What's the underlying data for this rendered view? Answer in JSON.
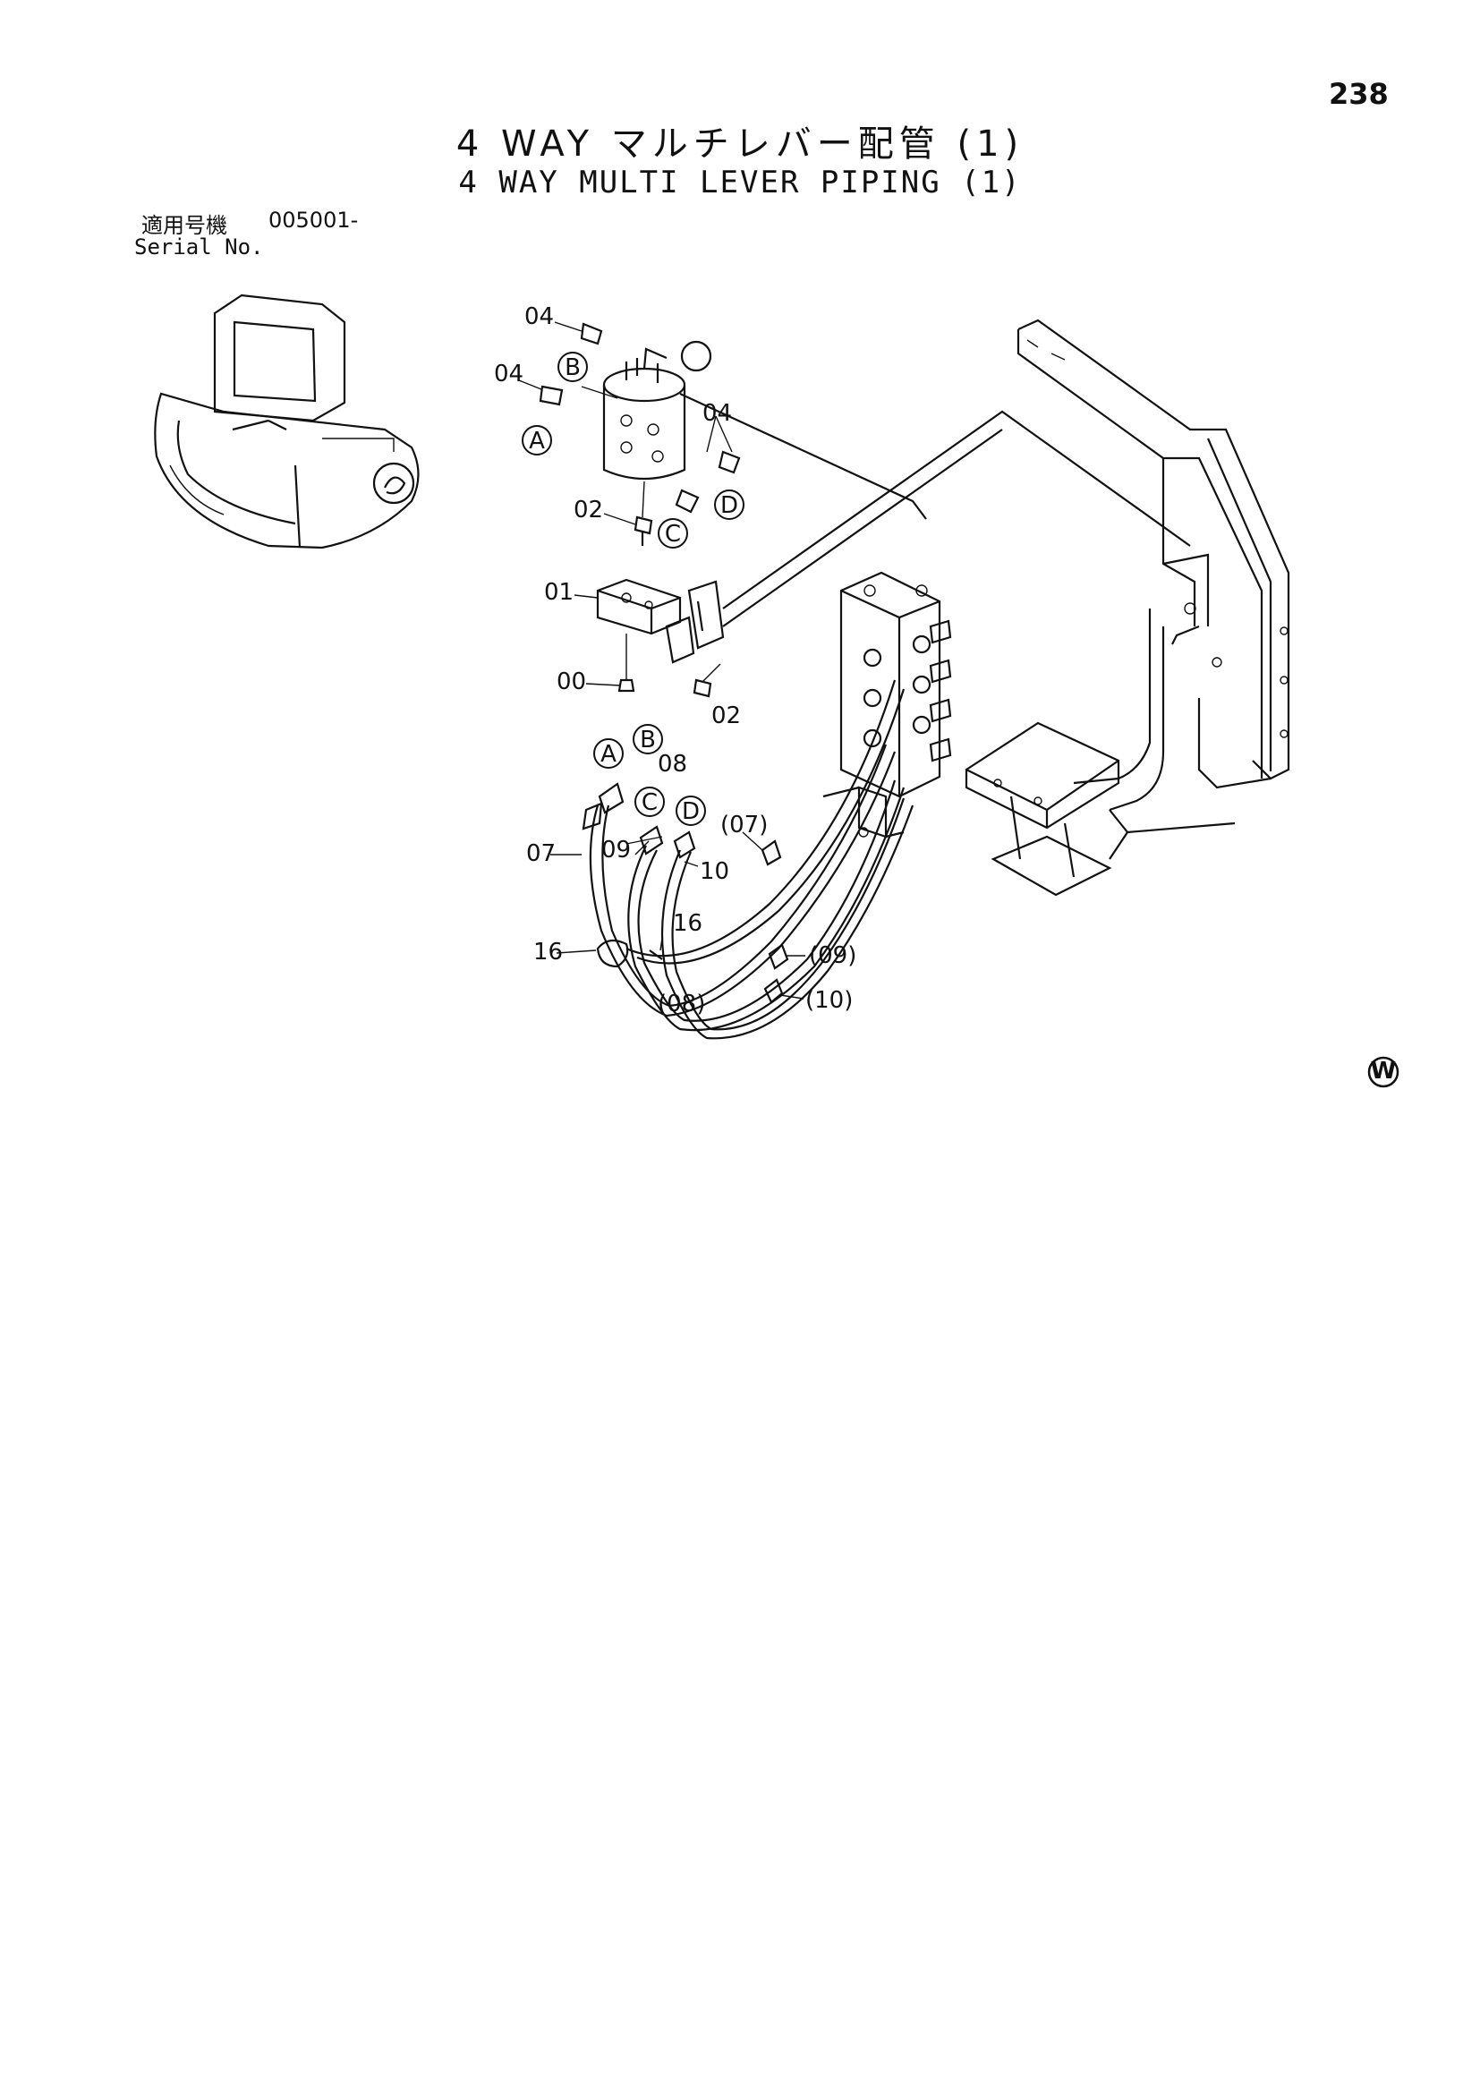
{
  "page_number": "238",
  "title": {
    "jp": "4 WAY マルチレバー配管 (1)",
    "en": "4 WAY MULTI LEVER PIPING (1)"
  },
  "serial": {
    "label_jp": "適用号機",
    "value": "005001-",
    "label_en": "Serial No."
  },
  "callouts": {
    "c04a": "04",
    "c04b": "04",
    "c04c": "04",
    "c02a": "02",
    "c02b": "02",
    "c01": "01",
    "c00": "00",
    "c08": "08",
    "c07": "07",
    "c09": "09",
    "c10": "10",
    "c16a": "16",
    "c16b": "16",
    "c07p": "(07)",
    "c09p": "(09)",
    "c10p": "(10)",
    "c08p": "(08)"
  },
  "port_letters": {
    "a1": "A",
    "b1": "B",
    "c1": "C",
    "d1": "D",
    "a2": "A",
    "b2": "B",
    "c2": "C",
    "d2": "D"
  },
  "corner_mark": "W"
}
